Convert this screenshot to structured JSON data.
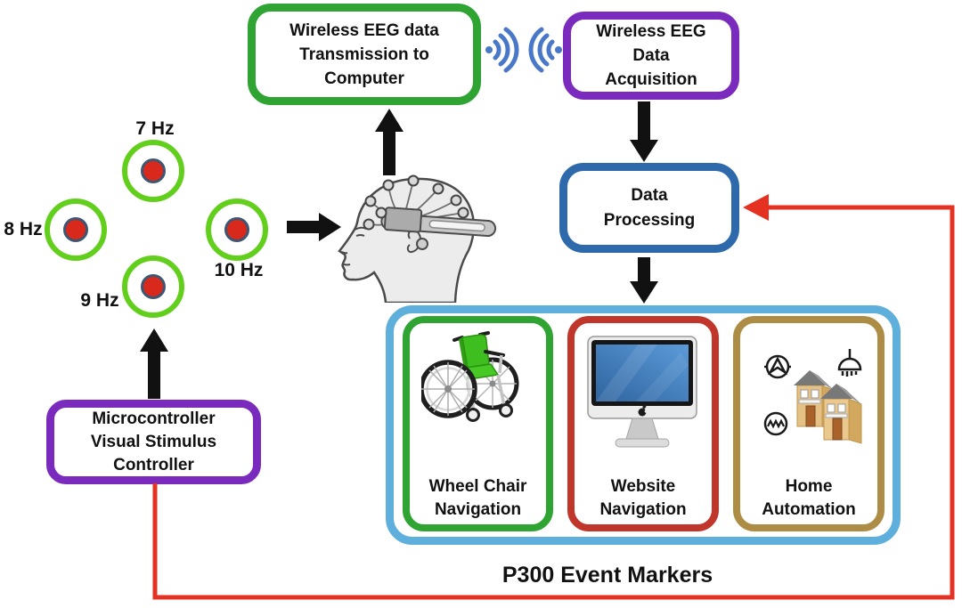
{
  "diagram": {
    "boxes": {
      "transmission": {
        "lines": [
          "Wireless EEG data",
          "Transmission to",
          "Computer"
        ],
        "border_color": "#2fa433"
      },
      "acquisition": {
        "lines": [
          "Wireless EEG",
          "Data",
          "Acquisition"
        ],
        "border_color": "#7a2abc"
      },
      "processing": {
        "lines": [
          "Data",
          "Processing"
        ],
        "border_color": "#2e6aab"
      },
      "controller": {
        "lines": [
          "Microcontroller",
          "Visual Stimulus",
          "Controller"
        ],
        "border_color": "#7a2abc"
      }
    },
    "stimuli": {
      "ring_color": "#62cf1d",
      "dot_color": "#d8291c",
      "items": [
        {
          "label": "7 Hz",
          "position": "top"
        },
        {
          "label": "8 Hz",
          "position": "left"
        },
        {
          "label": "9 Hz",
          "position": "bottom"
        },
        {
          "label": "10 Hz",
          "position": "right"
        }
      ]
    },
    "wireless_link": {
      "icon": "wifi-signal-icon",
      "color": "#4a78c9"
    },
    "head": {
      "icon": "eeg-headset-head-illustration"
    },
    "outputs": {
      "container_border_color": "#5eafdc",
      "items": [
        {
          "lines": [
            "Wheel Chair",
            "Navigation"
          ],
          "border_color": "#2fa433",
          "icon": "wheelchair-icon"
        },
        {
          "lines": [
            "Website",
            "Navigation"
          ],
          "border_color": "#c0362b",
          "icon": "imac-computer-icon"
        },
        {
          "lines": [
            "Home",
            "Automation"
          ],
          "border_color": "#ad8d45",
          "icon": "smart-home-icon"
        }
      ]
    },
    "feedback": {
      "label": "P300 Event Markers",
      "line_color": "#e53122"
    },
    "arrow_color": "#111111"
  }
}
